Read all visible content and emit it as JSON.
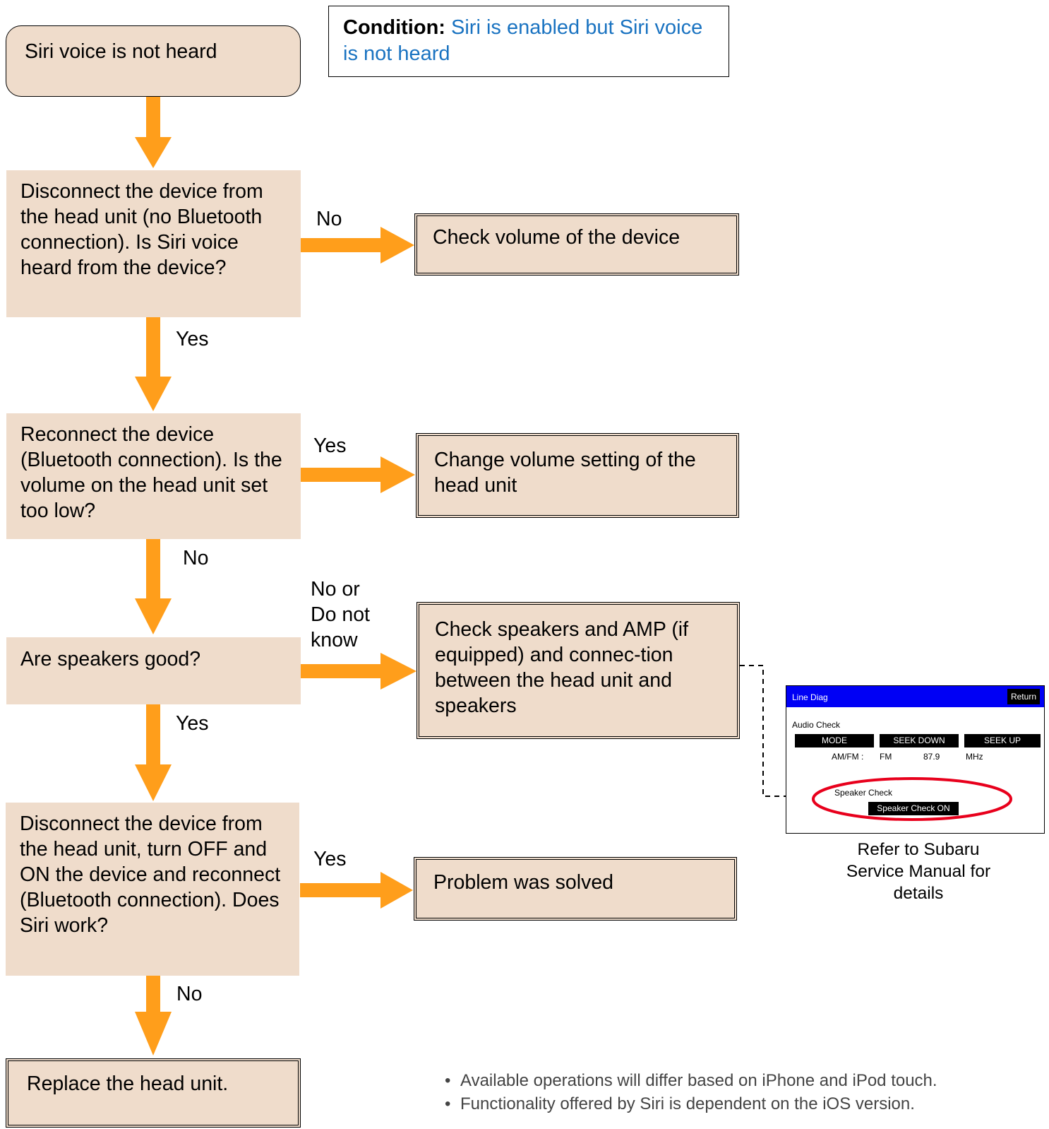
{
  "start": {
    "text": "Siri voice is not heard"
  },
  "condition": {
    "label": "Condition:",
    "text": "Siri is enabled but Siri voice is not heard"
  },
  "steps": [
    {
      "question": "Disconnect the device from the head unit (no Bluetooth connection).  Is Siri voice heard from the device?",
      "side_label": "No",
      "side_action": "Check volume of the device",
      "down_label": "Yes"
    },
    {
      "question": "Reconnect the device (Bluetooth connection). Is the volume on the head unit set too low?",
      "side_label": "Yes",
      "side_action": "Change volume setting of the head unit",
      "down_label": "No"
    },
    {
      "question": "Are speakers good?",
      "side_label": "No or Do not know",
      "side_action": "Check speakers and AMP (if equipped) and connec-tion between the head unit and speakers",
      "down_label": "Yes"
    },
    {
      "question": "Disconnect the device from the head unit, turn OFF and ON the device and reconnect (Bluetooth connection).  Does Siri work?",
      "side_label": "Yes",
      "side_action": "Problem was solved",
      "down_label": "No"
    }
  ],
  "end": {
    "text": "Replace the head unit."
  },
  "screen": {
    "title": "Line Diag",
    "return_label": "Return",
    "section": "Audio Check",
    "buttons": [
      "MODE",
      "SEEK DOWN",
      "SEEK UP"
    ],
    "amfm_label": "AM/FM :",
    "band": "FM",
    "freq": "87.9",
    "unit": "MHz",
    "speaker_check_label": "Speaker Check",
    "speaker_check_button": "Speaker Check ON",
    "highlight_color": "#e8001c"
  },
  "refer_text": "Refer to Subaru Service Manual for details",
  "notes": [
    "Available operations will differ based on iPhone and iPod touch.",
    "Functionality offered by Siri is dependent on the iOS version."
  ],
  "colors": {
    "box_fill": "#efdccb",
    "arrow": "#ff9e1b",
    "condition_text": "#1a73c1"
  }
}
